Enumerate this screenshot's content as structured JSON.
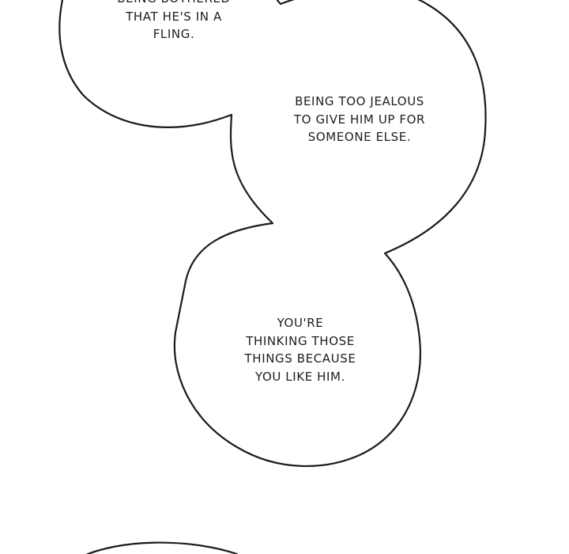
{
  "bubbles": [
    {
      "id": "speech-bubble-top",
      "lines": [
        "BEING BOTHERED",
        "THAT HE'S IN A",
        "FLING."
      ]
    },
    {
      "id": "speech-bubble-middle",
      "lines": [
        "BEING TOO JEALOUS",
        "TO GIVE HIM UP FOR",
        "SOMEONE ELSE."
      ]
    },
    {
      "id": "speech-bubble-lower",
      "lines": [
        "YOU'RE",
        "THINKING THOSE",
        "THINGS BECAUSE",
        "YOU LIKE HIM."
      ]
    }
  ],
  "colors": {
    "background": "#ffffff",
    "outline": "#1a1a1a",
    "text": "#1d1d1d"
  }
}
